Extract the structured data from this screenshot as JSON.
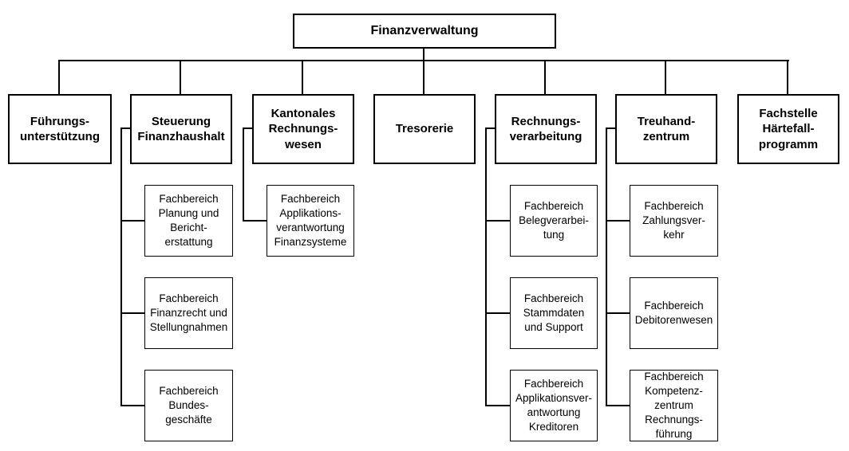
{
  "diagram": {
    "type": "org-chart",
    "root": {
      "label": "Finanzverwaltung"
    },
    "departments": [
      {
        "label": "Führungs-\nunterstützung",
        "children": []
      },
      {
        "label": "Steuerung\nFinanzhaushalt",
        "children": [
          {
            "label": "Fachbereich\nPlanung und\nBericht-\nerstattung"
          },
          {
            "label": "Fachbereich\nFinanzrecht und\nStellungnahmen"
          },
          {
            "label": "Fachbereich\nBundes-\ngeschäfte"
          }
        ]
      },
      {
        "label": "Kantonales\nRechnungs-\nwesen",
        "children": [
          {
            "label": "Fachbereich\nApplikations-\nverantwortung\nFinanzsysteme"
          }
        ]
      },
      {
        "label": "Tresorerie",
        "children": []
      },
      {
        "label": "Rechnungs-\nverarbeitung",
        "children": [
          {
            "label": "Fachbereich\nBelegverarbei-\ntung"
          },
          {
            "label": "Fachbereich\nStammdaten\nund Support"
          },
          {
            "label": "Fachbereich\nApplikationsver-\nantwortung\nKreditoren"
          }
        ]
      },
      {
        "label": "Treuhand-\nzentrum",
        "children": [
          {
            "label": "Fachbereich\nZahlungsver-\nkehr"
          },
          {
            "label": "Fachbereich\nDebitorenwesen"
          },
          {
            "label": "Fachbereich\nKompetenz-\nzentrum\nRechnungs-\nführung"
          }
        ]
      },
      {
        "label": "Fachstelle\nHärtefall-\nprogramm",
        "children": []
      }
    ],
    "colors": {
      "line": "#000000",
      "box_border": "#000000",
      "background": "#ffffff",
      "text": "#000000"
    }
  }
}
